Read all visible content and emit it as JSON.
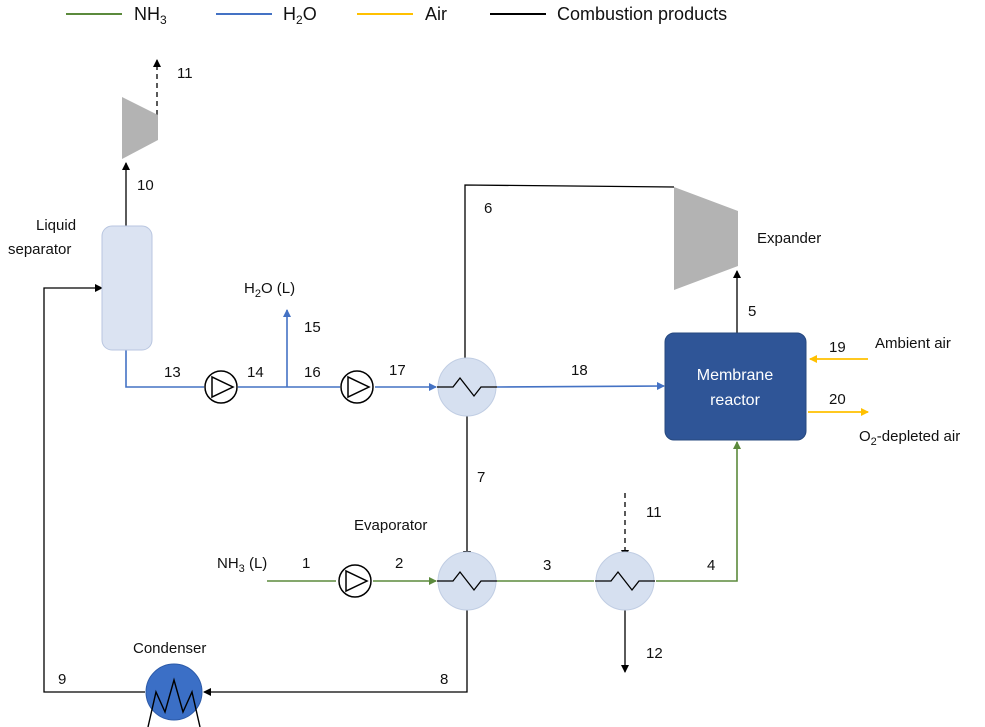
{
  "legend": {
    "nh3": {
      "main": "NH",
      "sub": "3"
    },
    "h2o": {
      "main": "H",
      "sub": "2",
      "rest": "O"
    },
    "air": "Air",
    "combustion": "Combustion products"
  },
  "colors": {
    "nh3": "#5b8a3c",
    "h2o": "#4472c4",
    "air": "#ffc000",
    "combustion": "#000000",
    "reactor_fill": "#2f5597",
    "hx_fill": "#d6e0f0",
    "separator_fill": "#dbe3f2",
    "turbine_fill": "#b3b3b3"
  },
  "units": {
    "liquid_separator": [
      "Liquid",
      "separator"
    ],
    "expander": "Expander",
    "membrane_reactor": [
      "Membrane",
      "reactor"
    ],
    "evaporator": "Evaporator",
    "condenser": "Condenser"
  },
  "stream_labels": {
    "h2o_liquid": {
      "main": "H",
      "sub": "2",
      "rest": "O (L)"
    },
    "nh3_liquid": {
      "main": "NH",
      "sub": "3",
      "rest": " (L)"
    },
    "ambient_air": "Ambient air",
    "o2_depleted_air": {
      "main": "O",
      "sub": "2",
      "rest": "-depleted air"
    }
  },
  "streams": [
    "1",
    "2",
    "3",
    "4",
    "5",
    "6",
    "7",
    "8",
    "9",
    "10",
    "11",
    "11",
    "12",
    "13",
    "14",
    "15",
    "16",
    "17",
    "18",
    "19",
    "20"
  ]
}
